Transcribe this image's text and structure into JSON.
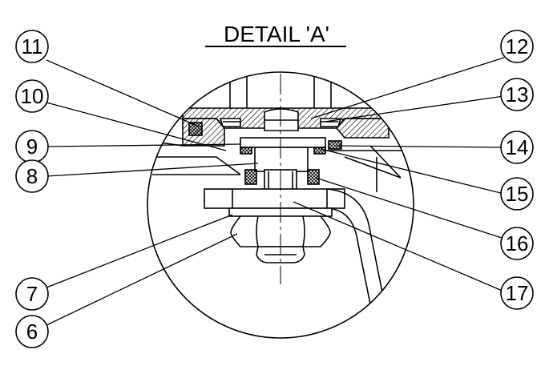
{
  "title": "DETAIL 'A'",
  "balloons": [
    {
      "id": "b11",
      "label": "11"
    },
    {
      "id": "b10",
      "label": "10"
    },
    {
      "id": "b9",
      "label": "9"
    },
    {
      "id": "b8",
      "label": "8"
    },
    {
      "id": "b7",
      "label": "7"
    },
    {
      "id": "b6",
      "label": "6"
    },
    {
      "id": "b12",
      "label": "12"
    },
    {
      "id": "b13",
      "label": "13"
    },
    {
      "id": "b14",
      "label": "14"
    },
    {
      "id": "b15",
      "label": "15"
    },
    {
      "id": "b16",
      "label": "16"
    },
    {
      "id": "b17",
      "label": "17"
    }
  ],
  "colors": {
    "line": "#000000",
    "background": "#ffffff"
  }
}
